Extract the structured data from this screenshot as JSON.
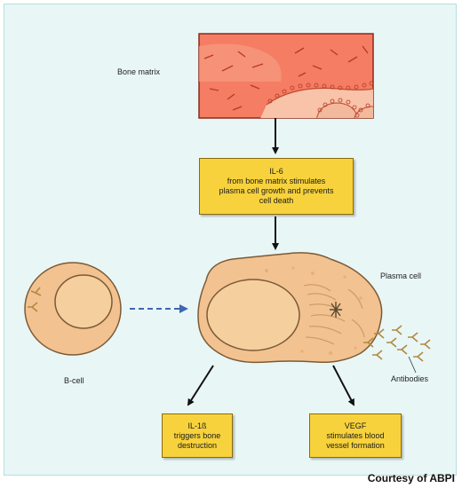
{
  "labels": {
    "bone_matrix": "Bone matrix",
    "plasma_cell": "Plasma cell",
    "b_cell": "B-cell",
    "antibodies": "Antibodies"
  },
  "boxes": {
    "il6": [
      "IL-6",
      "from bone matrix stimulates",
      "plasma cell growth and prevents",
      "cell death"
    ],
    "il1b": [
      "IL-1ß",
      "triggers bone",
      "destruction"
    ],
    "vegf": [
      "VEGF",
      "stimulates blood",
      "vessel formation"
    ]
  },
  "credit": "Courtesy of ABPI",
  "colors": {
    "background": "#e9f6f6",
    "box_fill": "#f7d23c",
    "cell_fill": "#f2c291",
    "nucleus_fill": "#f4c892",
    "bone_fill": "#f47d63",
    "dashed_arrow": "#3d68b0"
  }
}
